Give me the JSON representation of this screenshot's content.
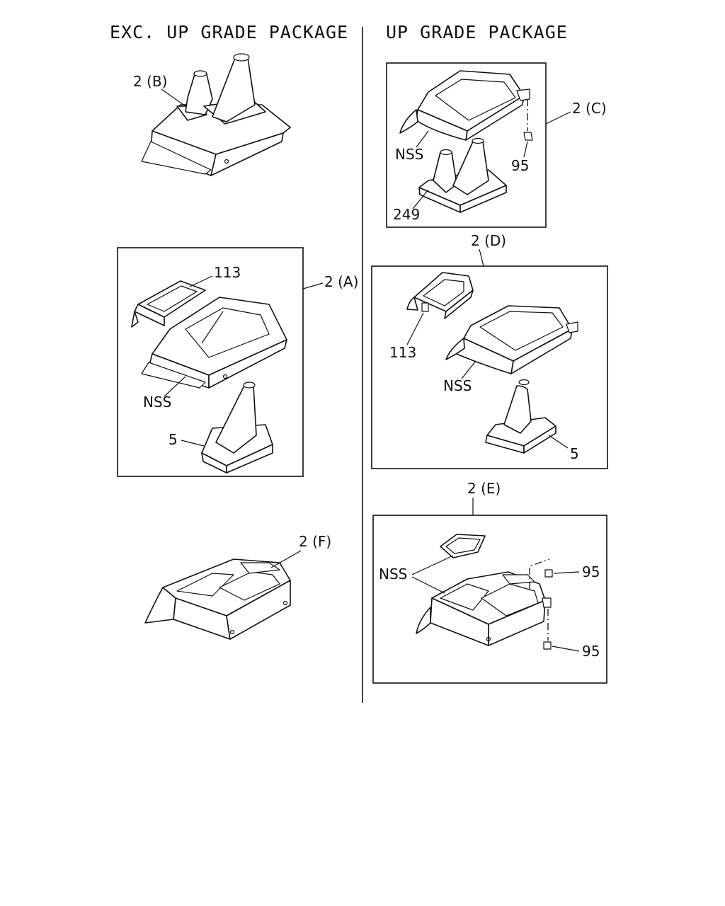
{
  "headers": {
    "left": "EXC. UP GRADE PACKAGE",
    "right": "UP GRADE PACKAGE"
  },
  "callouts": {
    "b_assy": "2 (B)",
    "a_assy": "2 (A)",
    "a_113": "113",
    "a_nss": "NSS",
    "a_5": "5",
    "f_assy": "2 (F)",
    "c_assy": "2 (C)",
    "c_nss": "NSS",
    "c_95": "95",
    "c_249": "249",
    "d_assy": "2 (D)",
    "d_113": "113",
    "d_nss": "NSS",
    "d_5": "5",
    "e_assy": "2 (E)",
    "e_nss": "NSS",
    "e_95_top": "95",
    "e_95_bottom": "95"
  }
}
